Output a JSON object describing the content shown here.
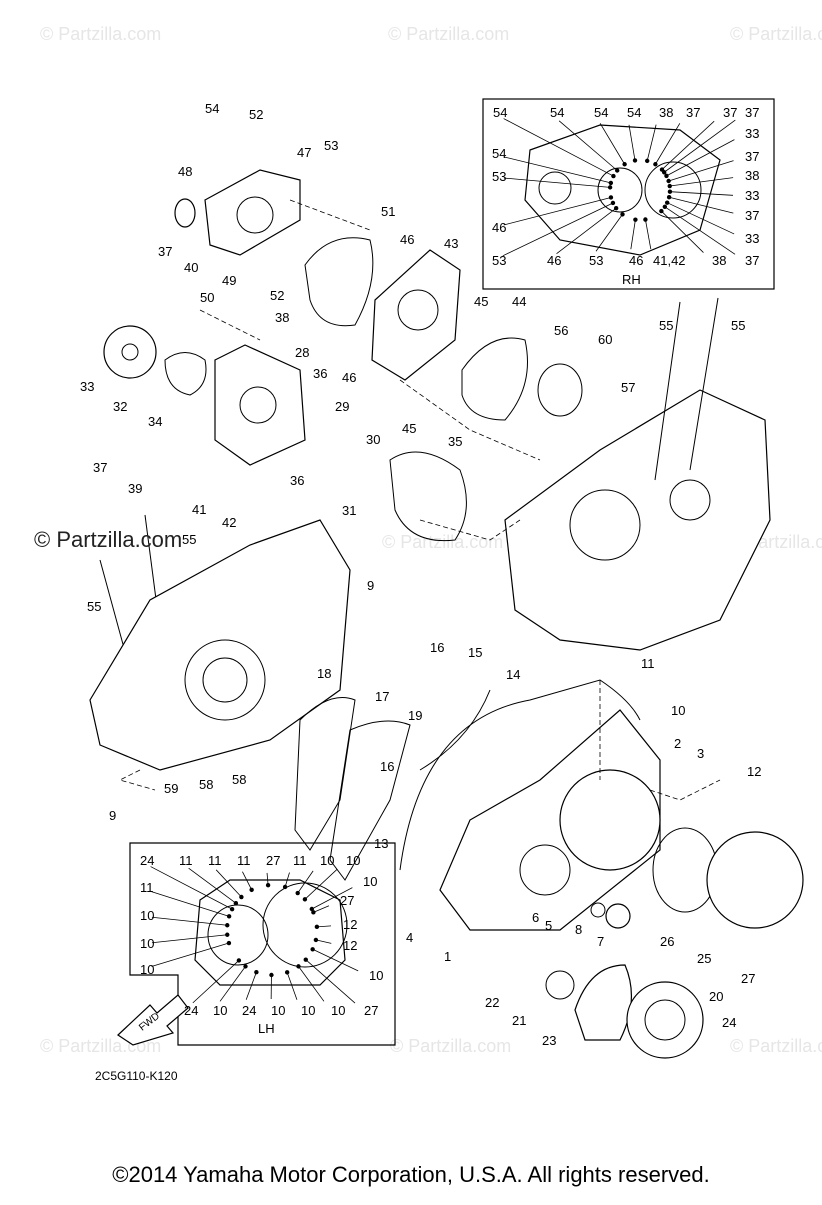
{
  "watermark": "© Partzilla.com",
  "prominent_watermark": "© Partzilla.com",
  "diagram_code": "2C5G110-K120",
  "fwd_label": "FWD",
  "inset_rh": {
    "label": "RH",
    "callouts": [
      "54",
      "54",
      "54",
      "54",
      "38",
      "37",
      "37",
      "37",
      "54",
      "33",
      "53",
      "37",
      "38",
      "46",
      "33",
      "37",
      "53",
      "46",
      "53",
      "46",
      "41,42",
      "38",
      "33",
      "37"
    ]
  },
  "inset_lh": {
    "label": "LH",
    "callouts": [
      "24",
      "11",
      "11",
      "11",
      "27",
      "11",
      "10",
      "10",
      "11",
      "10",
      "27",
      "10",
      "12",
      "10",
      "12",
      "10",
      "10",
      "24",
      "10",
      "24",
      "10",
      "10",
      "10",
      "27"
    ]
  },
  "callouts": [
    "54",
    "52",
    "47",
    "53",
    "48",
    "51",
    "46",
    "43",
    "37",
    "40",
    "50",
    "49",
    "52",
    "45",
    "44",
    "38",
    "56",
    "60",
    "55",
    "55",
    "28",
    "33",
    "32",
    "34",
    "36",
    "29",
    "46",
    "57",
    "45",
    "30",
    "37",
    "39",
    "36",
    "41",
    "42",
    "31",
    "35",
    "55",
    "55",
    "9",
    "16",
    "15",
    "14",
    "11",
    "18",
    "17",
    "10",
    "19",
    "2",
    "3",
    "12",
    "59",
    "58",
    "58",
    "9",
    "16",
    "13",
    "4",
    "1",
    "6",
    "5",
    "8",
    "7",
    "26",
    "25",
    "27",
    "22",
    "21",
    "23",
    "20",
    "24"
  ],
  "footer": "©2014 Yamaha Motor Corporation, U.S.A. All rights reserved."
}
